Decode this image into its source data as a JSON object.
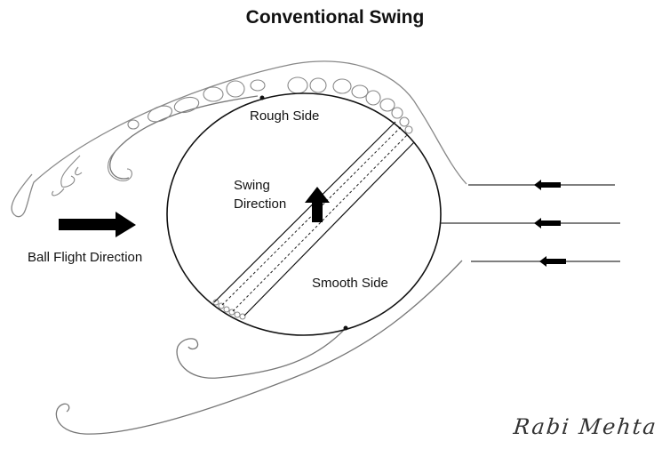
{
  "title": "Conventional Swing",
  "labels": {
    "rough_side": "Rough Side",
    "smooth_side": "Smooth Side",
    "swing_direction_line1": "Swing",
    "swing_direction_line2": "Direction",
    "ball_flight_direction": "Ball Flight Direction"
  },
  "signature": "Rabi Mehta",
  "icons": {
    "ball_flight_arrow": "right-arrow",
    "swing_arrow": "up-arrow",
    "airflow_arrows": [
      "left-arrow",
      "left-arrow",
      "left-arrow"
    ]
  },
  "colors": {
    "ink": "#111111",
    "wake_line": "#777777",
    "background": "#ffffff"
  }
}
